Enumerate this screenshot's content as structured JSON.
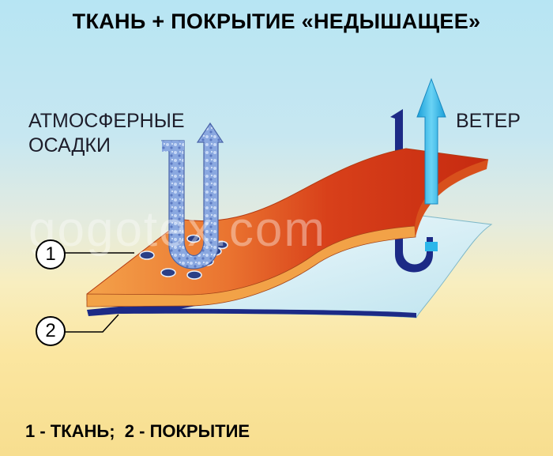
{
  "title": "ТКАНЬ + ПОКРЫТИЕ  «НЕДЫШАЩЕЕ»",
  "labels": {
    "precipitation": "АТМОСФЕРНЫЕ\nОСАДКИ",
    "wind": "ВЕТЕР"
  },
  "watermark": "gogotex.com",
  "callouts": {
    "fabric": "1",
    "coating": "2"
  },
  "legend": "1 - ТКАНЬ;  2 - ПОКРЫТИЕ",
  "colors": {
    "fabric_orange": "#ef8a3a",
    "fabric_red": "#cc2a10",
    "coating_light": "#dff3f7",
    "coating_edge": "#1c2a86",
    "wind_arrow": "#2cb6ea",
    "precip_arrow": "#7a9ad6"
  }
}
